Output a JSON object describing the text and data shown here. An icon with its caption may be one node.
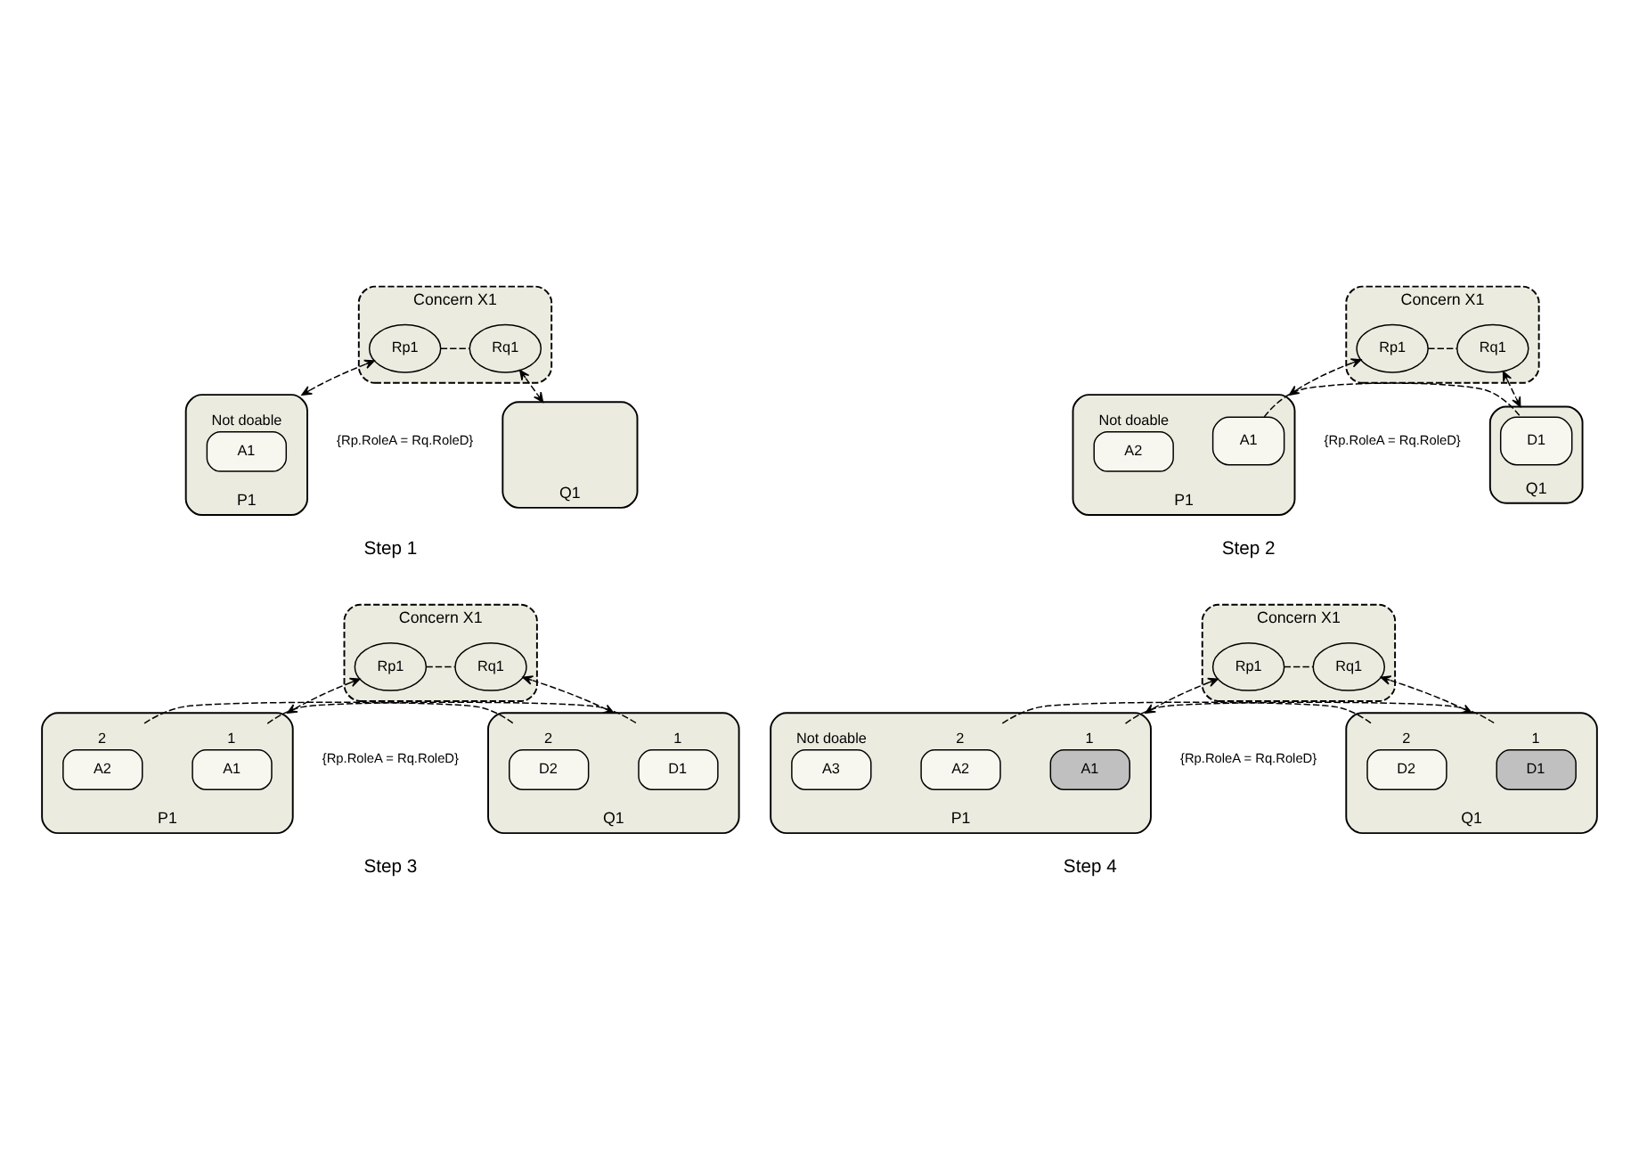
{
  "diagram": {
    "nodes": [
      {
        "text": [
          "Concern X1"
        ]
      },
      {
        "text": [
          "Rp1"
        ],
        "in": 0
      },
      {
        "text": [
          "Rq1"
        ],
        "in": 0
      },
      {
        "text": [
          "P1"
        ]
      },
      {
        "text": [
          "A1"
        ],
        "in": 3,
        "beside": [
          "Not doable"
        ]
      },
      {
        "text": [
          "Q1"
        ]
      },
      {
        "text": [
          "Concern X1"
        ]
      },
      {
        "text": [
          "Rp1"
        ],
        "in": 6
      },
      {
        "text": [
          "Rq1"
        ],
        "in": 6
      },
      {
        "text": [
          "P1"
        ]
      },
      {
        "text": [
          "A1"
        ],
        "in": 9
      },
      {
        "text": [
          "A2"
        ],
        "in": 9,
        "beside": [
          "Not doable"
        ]
      },
      {
        "text": [
          "Q1"
        ]
      },
      {
        "text": [
          "D1"
        ],
        "in": 12
      },
      {
        "text": [
          "Concern X1"
        ]
      },
      {
        "text": [
          "Rp1"
        ],
        "in": 14
      },
      {
        "text": [
          "Rq1"
        ],
        "in": 14
      },
      {
        "text": [
          "P1"
        ]
      },
      {
        "text": [
          "A1"
        ],
        "in": 17,
        "beside": [
          "1"
        ]
      },
      {
        "text": [
          "A2"
        ],
        "in": 17,
        "beside": [
          "2"
        ]
      },
      {
        "text": [
          "Q1"
        ]
      },
      {
        "text": [
          "D1"
        ],
        "in": 20,
        "beside": [
          "1"
        ]
      },
      {
        "text": [
          "D2"
        ],
        "in": 20,
        "beside": [
          "2"
        ]
      },
      {
        "text": [
          "Concern X1"
        ]
      },
      {
        "text": [
          "Rp1"
        ],
        "in": 23
      },
      {
        "text": [
          "Rq1"
        ],
        "in": 23
      },
      {
        "text": [
          "P1"
        ]
      },
      {
        "text": [
          "A1"
        ],
        "in": 26,
        "beside": [
          "1"
        ]
      },
      {
        "text": [
          "A2"
        ],
        "in": 26,
        "beside": [
          "2"
        ]
      },
      {
        "text": [
          "A3"
        ],
        "in": 26,
        "beside": [
          "Not doable"
        ]
      },
      {
        "text": [
          "Q1"
        ]
      },
      {
        "text": [
          "D1"
        ],
        "in": 30,
        "beside": [
          "1"
        ]
      },
      {
        "text": [
          "D2"
        ],
        "in": 30,
        "beside": [
          "2"
        ]
      }
    ],
    "edges": [
      {
        "from": 1,
        "to": 2,
        "arrow": "none",
        "style": "dashed"
      },
      {
        "from": 1,
        "to": 3,
        "arrow": "both",
        "style": "dashed"
      },
      {
        "from": 2,
        "to": 5,
        "arrow": "both",
        "style": "dashed"
      },
      {
        "from": 7,
        "to": 8,
        "arrow": "none",
        "style": "dashed"
      },
      {
        "from": 7,
        "to": 9,
        "arrow": "both",
        "style": "dashed"
      },
      {
        "from": 8,
        "to": 12,
        "arrow": "both",
        "style": "dashed"
      },
      {
        "from": 10,
        "to": 13,
        "arrow": "none",
        "style": "dashed"
      },
      {
        "from": 15,
        "to": 16,
        "arrow": "none",
        "style": "dashed"
      },
      {
        "from": 15,
        "to": 17,
        "arrow": "both",
        "style": "dashed"
      },
      {
        "from": 16,
        "to": 20,
        "arrow": "both",
        "style": "dashed"
      },
      {
        "from": 18,
        "to": 21,
        "arrow": "none",
        "style": "dashed"
      },
      {
        "from": 19,
        "to": 22,
        "arrow": "none",
        "style": "dashed"
      },
      {
        "from": 24,
        "to": 25,
        "arrow": "none",
        "style": "dashed"
      },
      {
        "from": 24,
        "to": 26,
        "arrow": "both",
        "style": "dashed"
      },
      {
        "from": 25,
        "to": 30,
        "arrow": "both",
        "style": "dashed"
      },
      {
        "from": 27,
        "to": 31,
        "arrow": "none",
        "style": "dashed"
      },
      {
        "from": 28,
        "to": 32,
        "arrow": "none",
        "style": "dashed"
      }
    ],
    "labels": [
      "{Rp.RoleA = Rq.RoleD}",
      "{Rp.RoleA = Rq.RoleD}",
      "Step 1",
      "Step 2",
      "{Rp.RoleA = Rq.RoleD}",
      "{Rp.RoleA = Rq.RoleD}",
      "Step 3",
      "Step 4"
    ]
  }
}
